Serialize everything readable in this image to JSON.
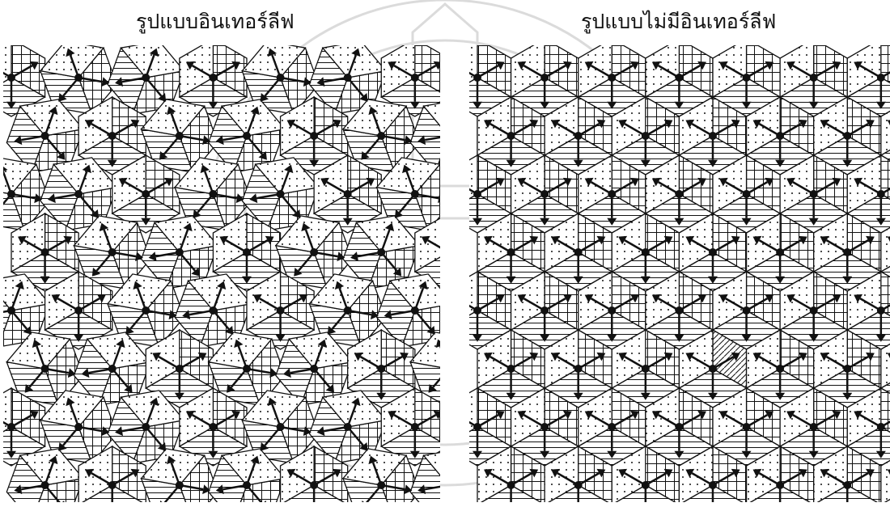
{
  "panels": [
    {
      "id": "left",
      "title": "รูปแบบอินเทอร์ลีฟ",
      "pattern": "interleaved"
    },
    {
      "id": "right",
      "title": "รูปแบบไม่มีอินเทอร์ลีฟ",
      "pattern": "non-interleaved"
    }
  ],
  "colors": {
    "line": "#111111",
    "background": "#ffffff",
    "watermark": "#d8d8d8"
  },
  "fills": [
    "grid",
    "hatch-horizontal",
    "dots"
  ],
  "icons": [
    "arrow-icon",
    "cell-center-dot-icon",
    "watermark-seal-icon"
  ]
}
